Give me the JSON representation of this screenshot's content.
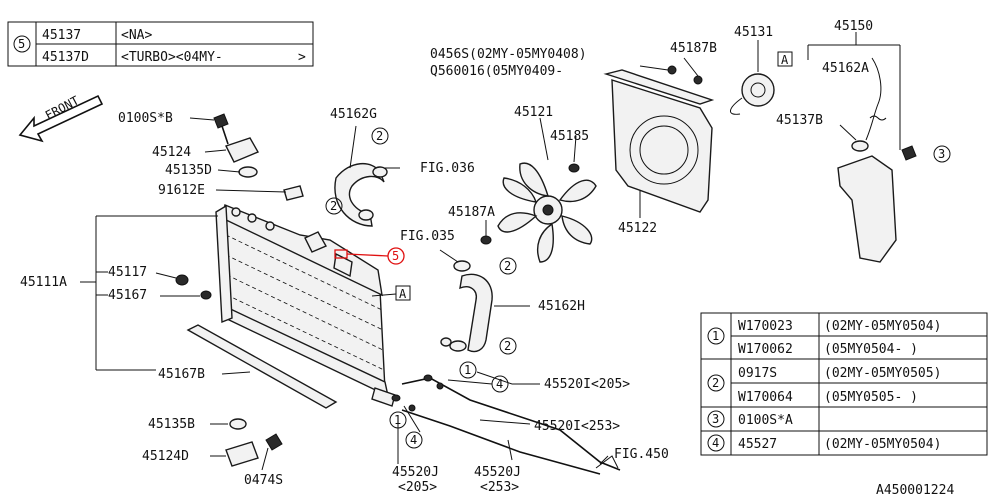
{
  "top_table": {
    "ref": "5",
    "rows": [
      {
        "part": "45137",
        "spec": "<NA>"
      },
      {
        "part": "45137D",
        "spec": "<TURBO><04MY-"
      }
    ],
    "closer": ">"
  },
  "front_label": "FRONT",
  "labels": {
    "l_0100s_b": "0100S*B",
    "l_45124_top": "45124",
    "l_45135d": "45135D",
    "l_91612e": "91612E",
    "l_45111a": "45111A",
    "l_45117": "45117",
    "l_45167": "45167",
    "l_45167b": "45167B",
    "l_45135b": "45135B",
    "l_45124d": "45124D",
    "l_0474s": "0474S",
    "l_45162g": "45162G",
    "l_fig036": "FIG.036",
    "l_fig035": "FIG.035",
    "l_45162h": "45162H",
    "l_45121": "45121",
    "l_45185": "45185",
    "l_45187a": "45187A",
    "l_45122": "45122",
    "l_0456s": "0456S(02MY-05MY0408)",
    "l_q560016": "Q560016(05MY0409-",
    "l_45187b": "45187B",
    "l_45131": "45131",
    "l_45150": "45150",
    "l_45162a": "45162A",
    "l_45137b": "45137B",
    "l_45520i_205": "45520I<205>",
    "l_45520i_253": "45520I<253>",
    "l_45520j_1": "45520J",
    "l_45520j_1s": "<205>",
    "l_45520j_2": "45520J",
    "l_45520j_2s": "<253>",
    "l_fig450": "FIG.450",
    "doc_id": "A450001224",
    "view_a": "A"
  },
  "callouts": {
    "c1": "1",
    "c2": "2",
    "c3": "3",
    "c4": "4",
    "c5": "5"
  },
  "bottom_table": [
    {
      "ref": "1",
      "rows": [
        {
          "part": "W170023",
          "spec": "(02MY-05MY0504)"
        },
        {
          "part": "W170062",
          "spec": "(05MY0504-    )"
        }
      ]
    },
    {
      "ref": "2",
      "rows": [
        {
          "part": "0917S",
          "spec": "(02MY-05MY0505)"
        },
        {
          "part": "W170064",
          "spec": "(05MY0505-    )"
        }
      ]
    },
    {
      "ref": "3",
      "rows": [
        {
          "part": "0100S*A",
          "spec": ""
        }
      ]
    },
    {
      "ref": "4",
      "rows": [
        {
          "part": "45527",
          "spec": "(02MY-05MY0504)"
        }
      ]
    }
  ]
}
